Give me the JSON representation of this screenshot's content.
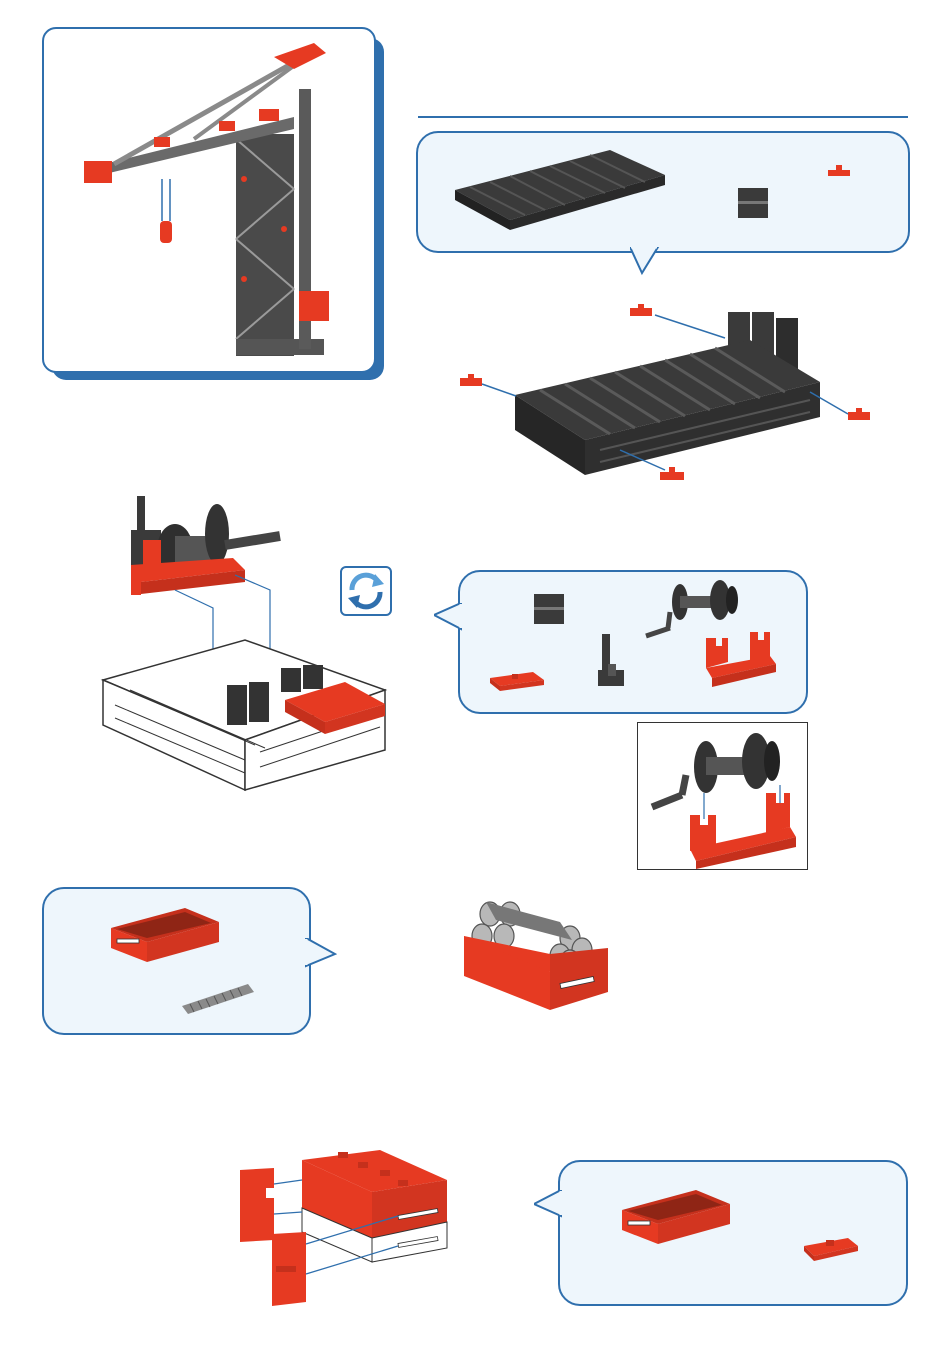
{
  "page": {
    "background": "#ffffff"
  },
  "colors": {
    "accent_blue": "#2f6fad",
    "bubble_fill": "#eef6fc",
    "part_red": "#e63a22",
    "part_dark": "#3a3a3a",
    "part_white": "#ffffff"
  },
  "icons": {
    "crane": "crane-model-icon",
    "rotate": "rotate-arrows-icon"
  },
  "steps": [
    {
      "id": "base-grid",
      "parts_in_bubble": [
        "black-building-block-plate",
        "black-double-block",
        "red-small-connector"
      ]
    },
    {
      "id": "winch",
      "parts_in_bubble": [
        "black-double-block",
        "crank-winch-drum",
        "red-flat-plate",
        "black-angle-post",
        "red-winch-bracket"
      ]
    },
    {
      "id": "load-box",
      "parts_in_bubble": [
        "red-open-box",
        "grey-spring-rod"
      ]
    },
    {
      "id": "counterweight",
      "parts_in_bubble": [
        "red-open-box",
        "red-small-clip"
      ]
    }
  ]
}
